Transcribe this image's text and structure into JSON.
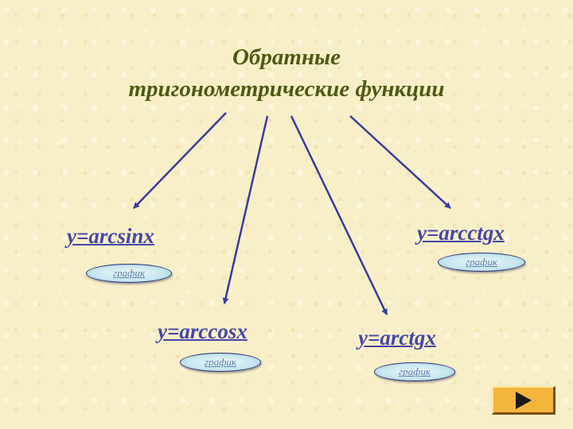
{
  "title": {
    "line1": "Обратные",
    "line2": "тригонометрические функции"
  },
  "functions": {
    "arcsin": {
      "label": "y=arcsinx",
      "graph_label": "график"
    },
    "arccos": {
      "label": "y=arccosx",
      "graph_label": "график"
    },
    "arctg": {
      "label": "y=arctgx",
      "graph_label": "график"
    },
    "arcctg": {
      "label": "y=arcctgx",
      "graph_label": "график"
    }
  },
  "navigation": {
    "next_icon": "play-right-icon"
  },
  "colors": {
    "background": "#f8efc8",
    "title": "#4d5a12",
    "function_text": "#4646a8",
    "arrow": "#3a3aa0",
    "button": "#f4b53c"
  }
}
